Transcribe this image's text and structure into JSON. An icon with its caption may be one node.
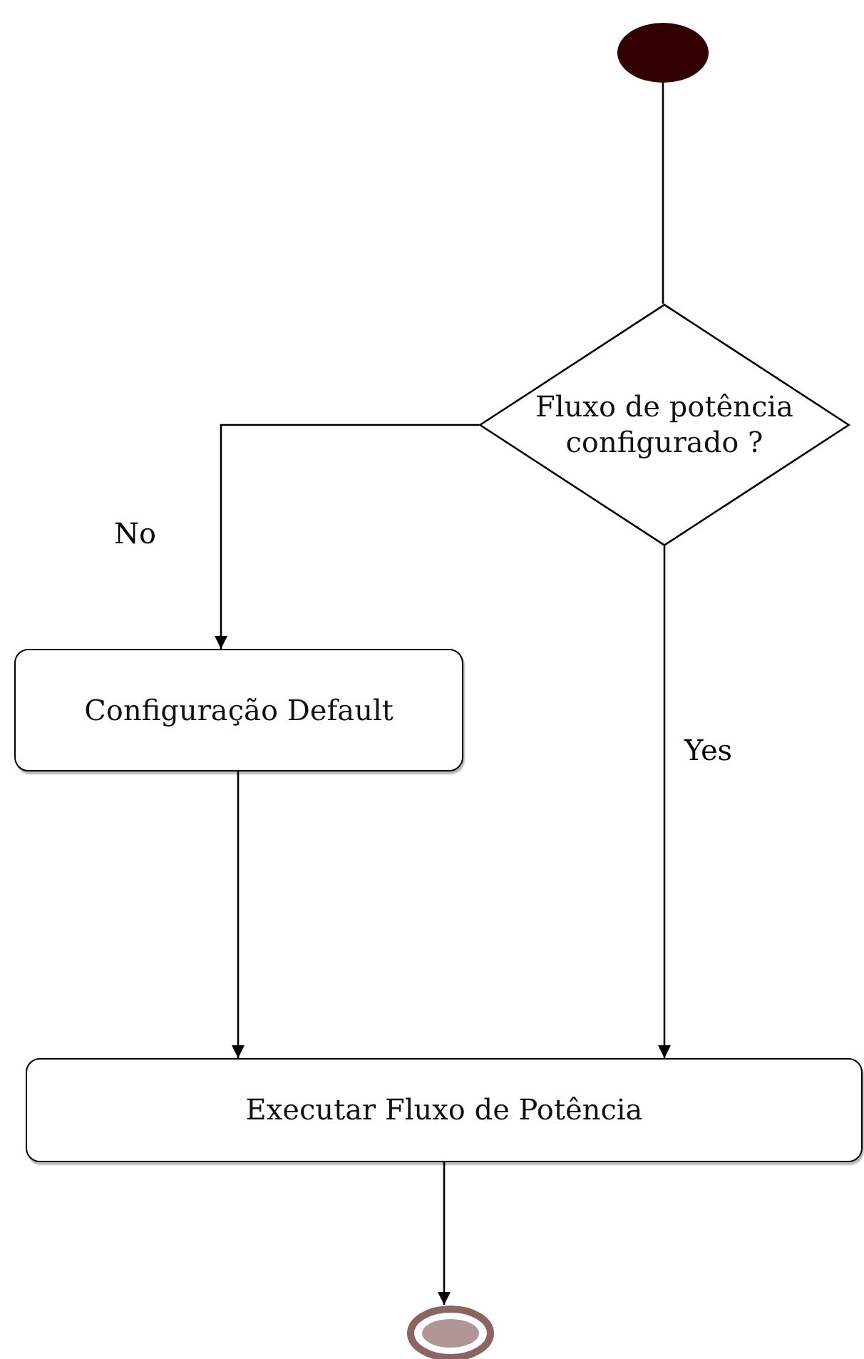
{
  "diagram": {
    "nodes": [
      {
        "text": [],
        "shape": "circle"
      },
      {
        "text": [
          "Fluxo de potência configurado ?"
        ]
      },
      {
        "text": [
          "Configuração Default"
        ]
      },
      {
        "text": [
          "Executar Fluxo de Potência"
        ]
      },
      {
        "text": [],
        "shape": "circle"
      }
    ],
    "edges": [
      {
        "from": 0,
        "to": 1,
        "arrow": "none"
      },
      {
        "from": 1,
        "to": 2,
        "arrow": "to",
        "label": "No"
      },
      {
        "from": 1,
        "to": 3,
        "arrow": "to",
        "label": "Yes"
      },
      {
        "from": 2,
        "to": 3,
        "arrow": "to"
      },
      {
        "from": 3,
        "to": 4,
        "arrow": "to"
      }
    ]
  }
}
